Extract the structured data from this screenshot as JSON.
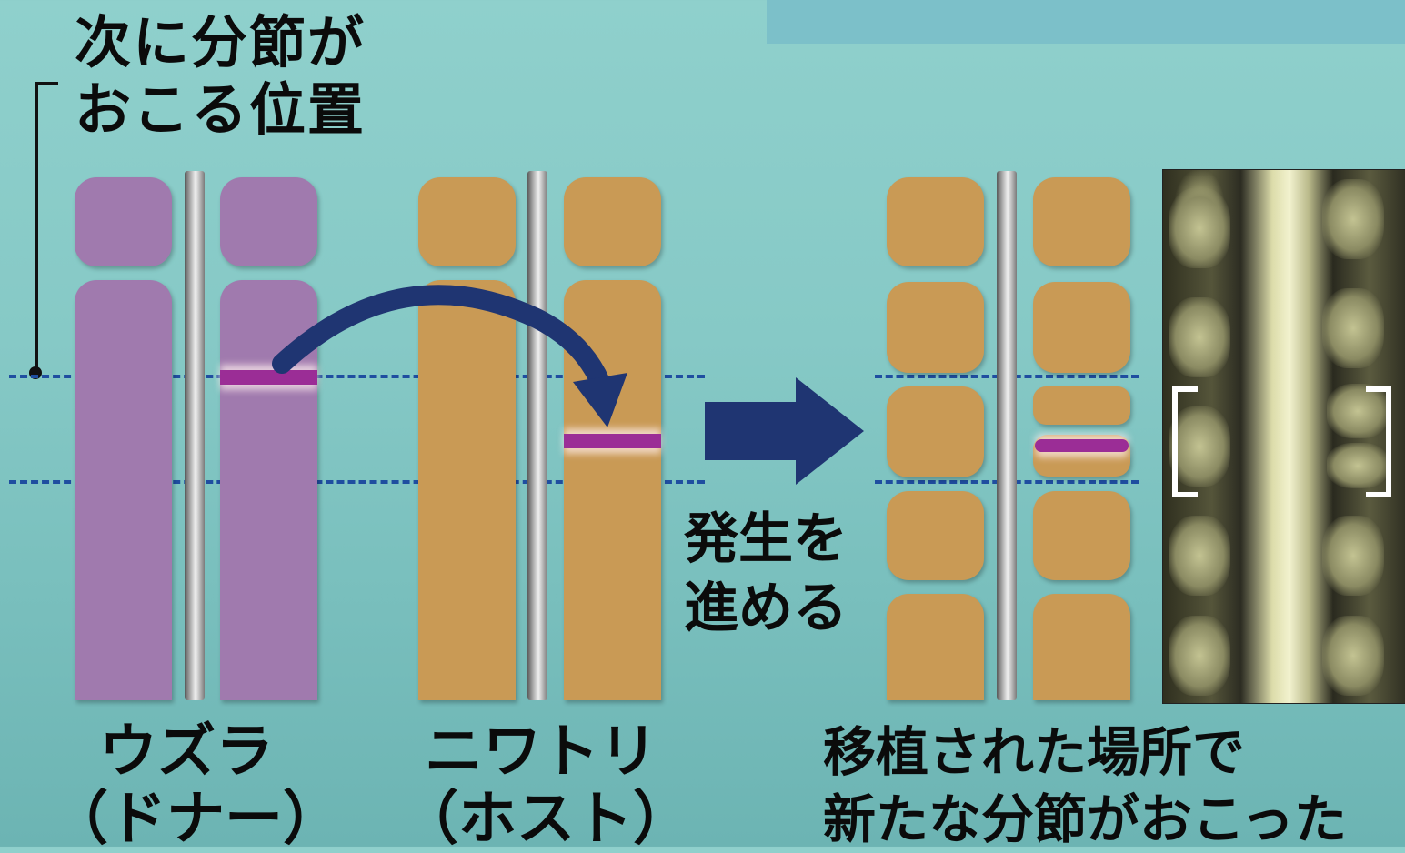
{
  "callout": {
    "line1": "次に分節が",
    "line2": "おこる位置"
  },
  "quail": {
    "name": "ウズラ",
    "role": "（ドナー）"
  },
  "chicken": {
    "name": "ニワトリ",
    "role": "（ホスト）"
  },
  "process": {
    "line1": "発生を",
    "line2": "進める"
  },
  "result": {
    "line1": "移植された場所で",
    "line2": "新たな分節がおこった"
  },
  "colors": {
    "quail_segment": "#a07aae",
    "chicken_segment": "#c99a55",
    "transplant_band": "#9b2d96",
    "dashed_line": "#1f4ea0",
    "arrow": "#1f3572"
  }
}
